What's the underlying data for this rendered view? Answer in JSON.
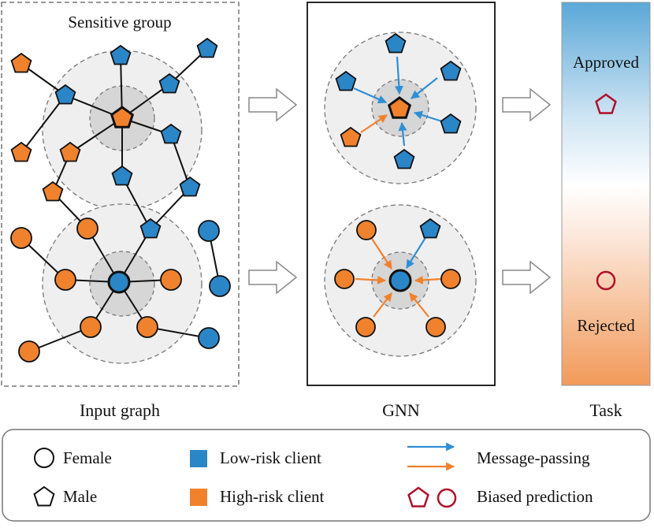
{
  "panels": {
    "input_graph": {
      "caption": "Input graph",
      "group_label": "Sensitive group"
    },
    "gnn": {
      "caption": "GNN"
    },
    "task": {
      "caption": "Task",
      "approved_label": "Approved",
      "rejected_label": "Rejected"
    }
  },
  "legend": {
    "female": "Female",
    "male": "Male",
    "low_risk": "Low-risk client",
    "high_risk": "High-risk client",
    "message_passing": "Message-passing",
    "biased_prediction": "Biased prediction"
  },
  "colors": {
    "low_risk": "#2b86c8",
    "high_risk": "#f0822e",
    "biased": "#b0102a",
    "arrow_blue": "#2f8fd6",
    "arrow_orange": "#f0822e",
    "task_top": "#5aa8d8",
    "task_bottom": "#f29a5a"
  },
  "icons": {
    "female": "circle",
    "male": "pentagon",
    "transition": "hollow-right-arrow"
  }
}
